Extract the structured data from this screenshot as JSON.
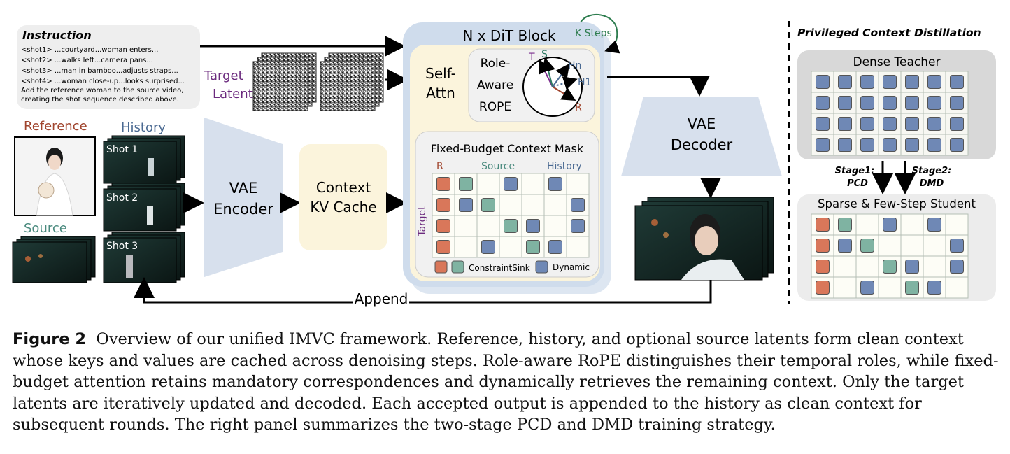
{
  "instruction": {
    "title": "Instruction",
    "lines": [
      "<shot1> ...courtyard...woman enters...",
      "<shot2> ...walks left...camera pans...",
      "<shot3> ...man in bamboo...adjusts straps...",
      "<shot4> ...woman close-up...looks surprised...",
      "Add the reference woman to the source video,",
      "creating the shot sequence described above."
    ]
  },
  "left": {
    "reference_label": "Reference",
    "history_label": "History",
    "source_label": "Source",
    "shots": [
      "Shot 1",
      "Shot 2",
      "Shot 3"
    ]
  },
  "target_latent": [
    "Target",
    "Latent"
  ],
  "vae_encoder": [
    "VAE",
    "Encoder"
  ],
  "kv_cache": [
    "Context",
    "KV Cache"
  ],
  "dit": {
    "title": "N x DiT Block",
    "k_steps": "K Steps",
    "self_attn": [
      "Self-",
      "Attn"
    ],
    "rope_label": [
      "Role-",
      "Aware",
      "ROPE"
    ],
    "rope_axes": [
      "T",
      "S",
      "Hn",
      "H1",
      "R"
    ],
    "mask_title": "Fixed-Budget Context Mask",
    "mask_cols": [
      "R",
      "Source",
      "History"
    ],
    "mask_row_label": "Target",
    "legend_constraint": "ConstraintSink",
    "legend_dynamic": "Dynamic"
  },
  "vae_decoder": [
    "VAE",
    "Decoder"
  ],
  "append_label": "Append",
  "pcd": {
    "title": "Privileged Context Distillation",
    "teacher": "Dense Teacher",
    "stage1": [
      "Stage1:",
      "PCD"
    ],
    "stage2": [
      "Stage2:",
      "DMD"
    ],
    "student": "Sparse & Few-Step Student"
  },
  "colors": {
    "reference_cell": "#d9775a",
    "source_cell": "#7fb3a2",
    "dynamic_cell": "#6f88b5",
    "panel_blue": "#d7e0ed",
    "cache_yellow": "#fbf4dc"
  },
  "caption": {
    "label": "Figure 2",
    "text": "Overview of our unified IMVC framework. Reference, history, and optional source latents form clean context whose keys and values are cached across denoising steps. Role-aware RoPE distinguishes their temporal roles, while fixed-budget attention retains mandatory correspondences and dynamically retrieves the remaining context. Only the target latents are iteratively updated and decoded. Each accepted output is appended to the history as clean context for subsequent rounds. The right panel summarizes the two-stage PCD and DMD training strategy."
  }
}
